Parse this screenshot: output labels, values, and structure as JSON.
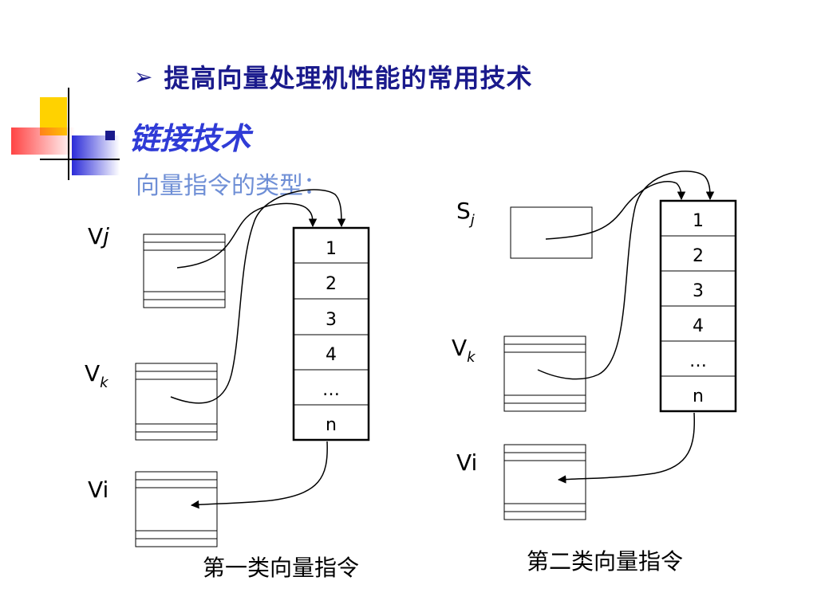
{
  "title": "提高向量处理机性能的常用技术",
  "subtitle": "链接技术",
  "types_label": "向量指令的类型：",
  "left": {
    "labels": {
      "vj": "V",
      "vj_sub": "j",
      "vk": "V",
      "vk_sub": "k",
      "vi": "Vi"
    },
    "pipeline": [
      "1",
      "2",
      "3",
      "4",
      "…",
      "n"
    ],
    "caption": "第一类向量指令"
  },
  "right": {
    "labels": {
      "sj": "S",
      "sj_sub": "j",
      "vk": "V",
      "vk_sub": "k",
      "vi": "Vi"
    },
    "pipeline": [
      "1",
      "2",
      "3",
      "4",
      "…",
      "n"
    ],
    "caption": "第二类向量指令"
  },
  "colors": {
    "title": "#1a1a8c",
    "subtitle": "#2f3bd6",
    "types": "#6f8fd6",
    "logo_yellow": "#ffd200",
    "logo_red": "#ff4a4a",
    "logo_blue": "#2b2bd8"
  }
}
